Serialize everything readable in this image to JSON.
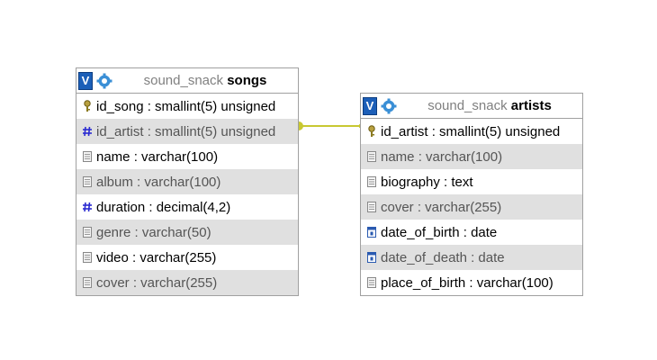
{
  "tables": [
    {
      "db": "sound_snack",
      "name": "songs",
      "columns": [
        {
          "text": "id_song : smallint(5) unsigned",
          "icon": "key-icon"
        },
        {
          "text": "id_artist : smallint(5) unsigned",
          "icon": "hash-icon"
        },
        {
          "text": "name : varchar(100)",
          "icon": "column-icon"
        },
        {
          "text": "album : varchar(100)",
          "icon": "column-icon"
        },
        {
          "text": "duration : decimal(4,2)",
          "icon": "hash-icon"
        },
        {
          "text": "genre : varchar(50)",
          "icon": "column-icon"
        },
        {
          "text": "video : varchar(255)",
          "icon": "column-icon"
        },
        {
          "text": "cover : varchar(255)",
          "icon": "column-icon"
        }
      ]
    },
    {
      "db": "sound_snack",
      "name": "artists",
      "columns": [
        {
          "text": "id_artist : smallint(5) unsigned",
          "icon": "key-icon"
        },
        {
          "text": "name : varchar(100)",
          "icon": "column-icon"
        },
        {
          "text": "biography : text",
          "icon": "column-icon"
        },
        {
          "text": "cover : varchar(255)",
          "icon": "column-icon"
        },
        {
          "text": "date_of_birth : date",
          "icon": "calendar-icon"
        },
        {
          "text": "date_of_death : date",
          "icon": "calendar-icon"
        },
        {
          "text": "place_of_birth : varchar(100)",
          "icon": "column-icon"
        }
      ]
    }
  ],
  "header_button_label": "V",
  "colors": {
    "connector": "#c8c832",
    "v_button": "#1c5fb8",
    "gear": "#3a8fd6",
    "alt_row": "#e0e0e0"
  }
}
